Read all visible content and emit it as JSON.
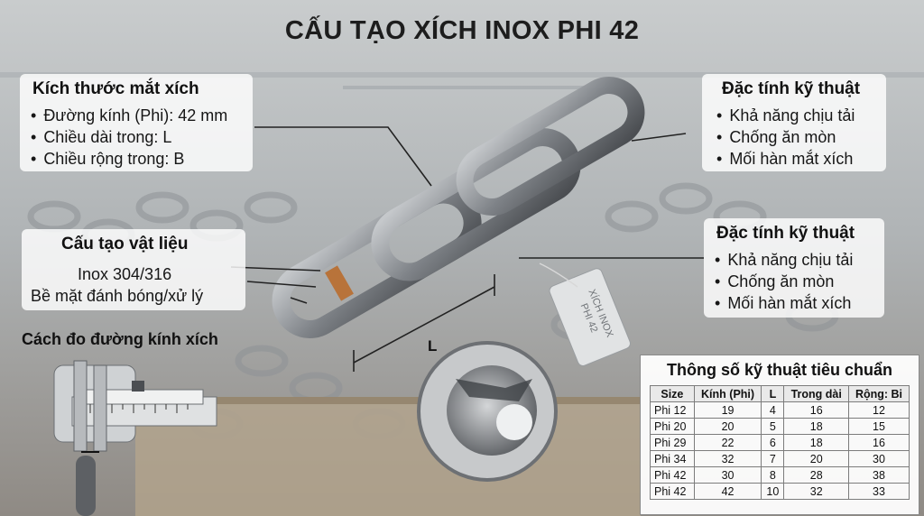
{
  "title": "CẤU TẠO XÍCH INOX PHI 42",
  "left_top": {
    "heading": "Kích thước mắt xích",
    "items": [
      "Đường kính (Phi): 42 mm",
      "Chiều dài trong: L",
      "Chiều rộng trong: B"
    ]
  },
  "left_mid": {
    "heading": "Cấu tạo vật liệu",
    "lines": [
      "Inox 304/316",
      "Bề mặt đánh bóng/xử lý"
    ]
  },
  "caliper": {
    "heading": "Cách đo đường kính xích"
  },
  "right_top": {
    "heading": "Đặc tính kỹ thuật",
    "items": [
      "Khả năng chịu tải",
      "Chống ăn mòn",
      "Mối hàn mắt xích"
    ]
  },
  "right_mid": {
    "heading": "Đặc tính kỹ thuật",
    "items": [
      "Khả năng chịu tải",
      "Chống ăn mòn",
      "Mối hàn mắt xích"
    ]
  },
  "dimension_label": "L",
  "tag_text": [
    "XÍCH INOX",
    "PHI 42"
  ],
  "table": {
    "heading": "Thông số kỹ thuật tiêu chuẩn",
    "columns": [
      "Size",
      "Kính (Phi)",
      "L",
      "Trong dài",
      "Rộng: Bi"
    ],
    "rows": [
      [
        "Phi 12",
        "19",
        "4",
        "16",
        "12"
      ],
      [
        "Phi 20",
        "20",
        "5",
        "18",
        "15"
      ],
      [
        "Phi 29",
        "22",
        "6",
        "18",
        "16"
      ],
      [
        "Phi 34",
        "32",
        "7",
        "20",
        "30"
      ],
      [
        "Phi 42",
        "30",
        "8",
        "28",
        "38"
      ],
      [
        "Phi 42",
        "42",
        "10",
        "32",
        "33"
      ]
    ]
  },
  "colors": {
    "steel": "#8d9196",
    "weld": "#b8733a",
    "panel": "#ffffff"
  }
}
